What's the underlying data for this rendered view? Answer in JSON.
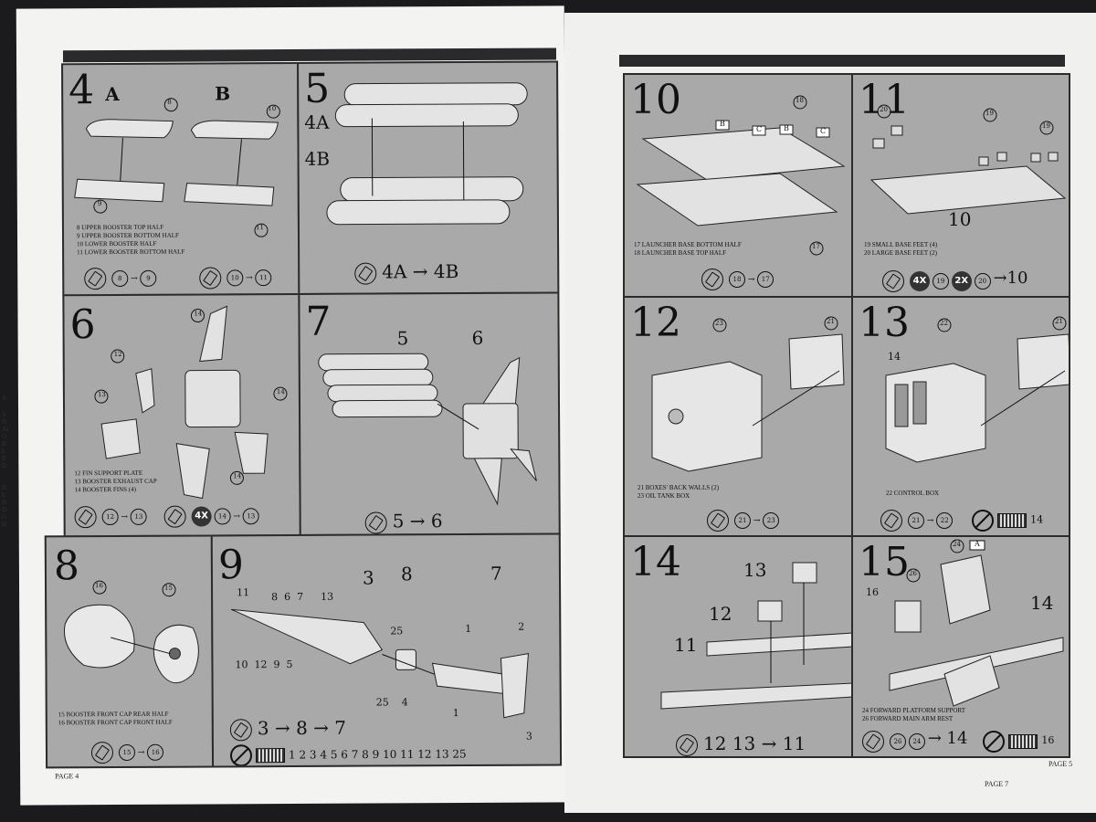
{
  "left_page": {
    "page_label": "PAGE 4",
    "step4": {
      "num": "4",
      "sub_a": "A",
      "sub_b": "B",
      "callouts": [
        "8",
        "10",
        "9",
        "11"
      ],
      "legend": [
        "8   UPPER BOOSTER TOP HALF",
        "9   UPPER BOOSTER BOTTOM HALF",
        "10  LOWER BOOSTER HALF",
        "11  LOWER BOOSTER BOTTOM HALF"
      ],
      "flow1": [
        "8",
        "9"
      ],
      "flow2": [
        "10",
        "11"
      ]
    },
    "step5": {
      "num": "5",
      "label_a": "4A",
      "label_b": "4B",
      "flow": "4A → 4B"
    },
    "step6": {
      "num": "6",
      "callouts": [
        "14",
        "12",
        "13",
        "14",
        "14"
      ],
      "legend": [
        "12  FIN SUPPORT PLATE",
        "13  BOOSTER EXHAUST CAP",
        "14  BOOSTER FINS (4)"
      ],
      "flow1": [
        "12",
        "13"
      ],
      "multiplier": "4X",
      "flow2": [
        "14",
        "13"
      ]
    },
    "step7": {
      "num": "7",
      "label_5": "5",
      "label_6": "6",
      "flow": "5 → 6"
    },
    "step8": {
      "num": "8",
      "callouts": [
        "16",
        "15"
      ],
      "legend": [
        "15  BOOSTER FRONT CAP REAR HALF",
        "16  BOOSTER FRONT CAP FRONT HALF"
      ],
      "flow": [
        "15",
        "16"
      ]
    },
    "step9": {
      "num": "9",
      "labels_top": [
        "11",
        "8",
        "6",
        "7",
        "13",
        "3",
        "8",
        "7",
        "25",
        "1",
        "2"
      ],
      "labels_mid": [
        "10",
        "12",
        "9",
        "5"
      ],
      "labels_bottom": [
        "25",
        "4",
        "1",
        "3"
      ],
      "flow": "3 → 8 → 7",
      "decal_numbers": "1 2 3 4 5 6 7 8 9 10 11 12 13 25"
    }
  },
  "right_page": {
    "page_label": "PAGE 5",
    "page_label_bottom": "PAGE 7",
    "step10": {
      "num": "10",
      "callouts": [
        "18",
        "17"
      ],
      "tags": [
        "B",
        "C",
        "B",
        "C"
      ],
      "legend": [
        "17  LAUNCHER BASE BOTTOM HALF",
        "18  LAUNCHER BASE TOP HALF"
      ],
      "flow": [
        "18",
        "17"
      ]
    },
    "step11": {
      "num": "11",
      "callouts": [
        "20",
        "19",
        "19"
      ],
      "big_label": "10",
      "legend": [
        "19  SMALL BASE FEET (4)",
        "20  LARGE BASE FEET (2)"
      ],
      "mult1": "4X",
      "mult1_part": "19",
      "mult2": "2X",
      "mult2_part": "20",
      "result": "→10"
    },
    "step12": {
      "num": "12",
      "callouts": [
        "23",
        "21"
      ],
      "legend": [
        "21  BOXES' BACK WALLS (2)",
        "23  OIL TANK BOX"
      ],
      "flow": [
        "21",
        "23"
      ]
    },
    "step13": {
      "num": "13",
      "callouts": [
        "22",
        "21"
      ],
      "label14": "14",
      "legend": [
        "22  CONTROL BOX"
      ],
      "flow": [
        "21",
        "22"
      ],
      "decal_num": "14"
    },
    "step14": {
      "num": "14",
      "labels": [
        "13",
        "12",
        "11"
      ],
      "flow": "12 13 → 11"
    },
    "step15": {
      "num": "15",
      "labels": [
        "16",
        "14"
      ],
      "callouts": [
        "26",
        "24"
      ],
      "tag": "A",
      "legend": [
        "24  FORWARD PLATFORM SUPPORT",
        "26  FORWARD MAIN ARM REST"
      ],
      "flow_parts": [
        "26",
        "24"
      ],
      "flow_result": "→ 14",
      "decal_num": "16"
    }
  },
  "edge_text": [
    "A",
    "ANAIOBLRD",
    "NLNDGH"
  ]
}
